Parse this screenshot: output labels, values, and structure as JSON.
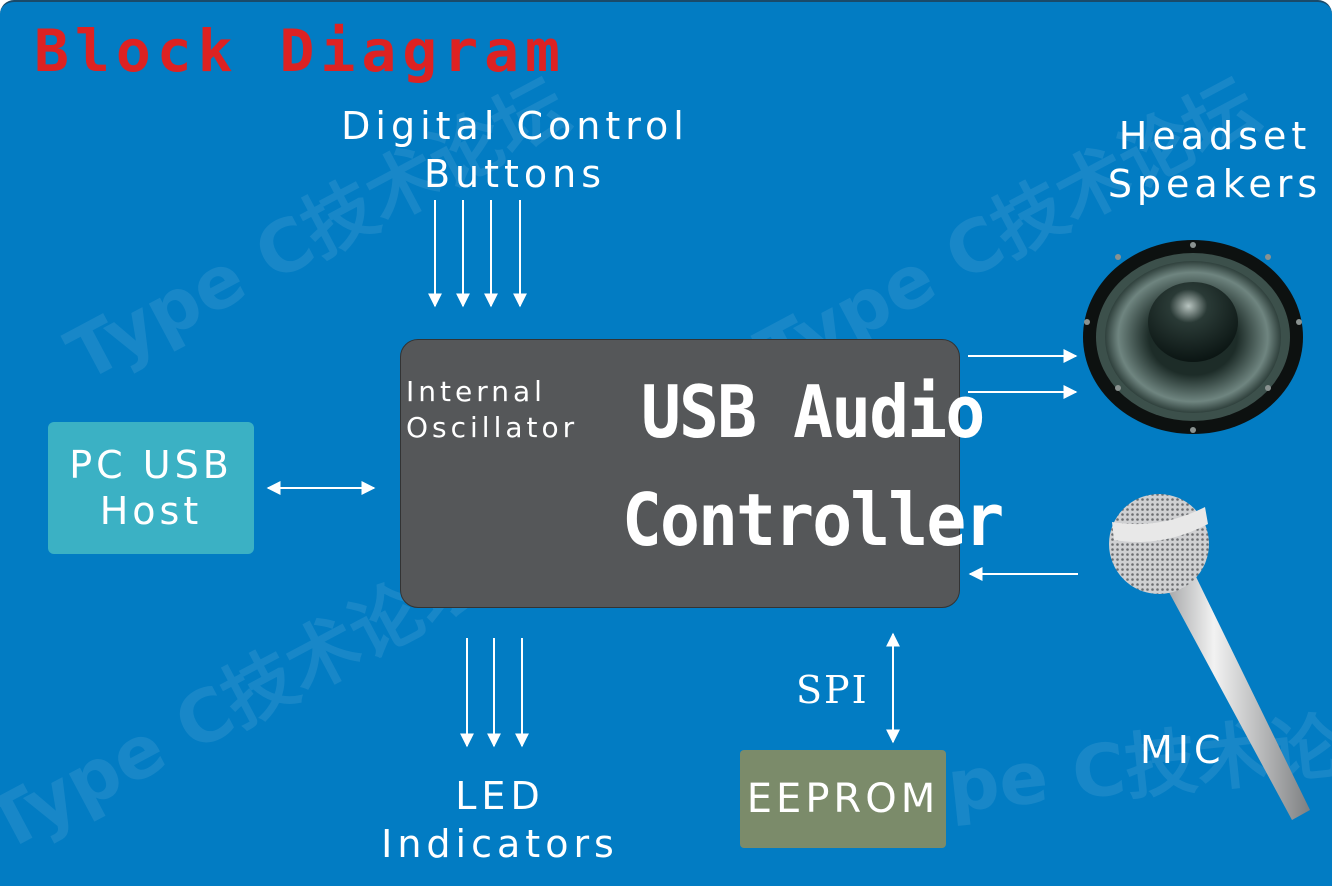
{
  "title": "Block Diagram",
  "watermark": "Type C技术论坛",
  "labels": {
    "digital_control_line1": "Digital Control",
    "digital_control_line2": "Buttons",
    "headset_line1": "Headset",
    "headset_line2": "Speakers",
    "led_line1": "LED",
    "led_line2": "Indicators",
    "mic": "MIC",
    "spi": "SPI"
  },
  "blocks": {
    "pc_usb_host_line1": "PC USB",
    "pc_usb_host_line2": "Host",
    "internal_osc_line1": "Internal",
    "internal_osc_line2": "Oscillator",
    "controller_line1": "USB Audio",
    "controller_line2": "Controller",
    "eeprom": "EEPROM"
  },
  "colors": {
    "background": "#027cc3",
    "title": "#dd2222",
    "pc_usb_host": "#3bb1c4",
    "controller": "#555759",
    "eeprom": "#7b8b6a"
  }
}
